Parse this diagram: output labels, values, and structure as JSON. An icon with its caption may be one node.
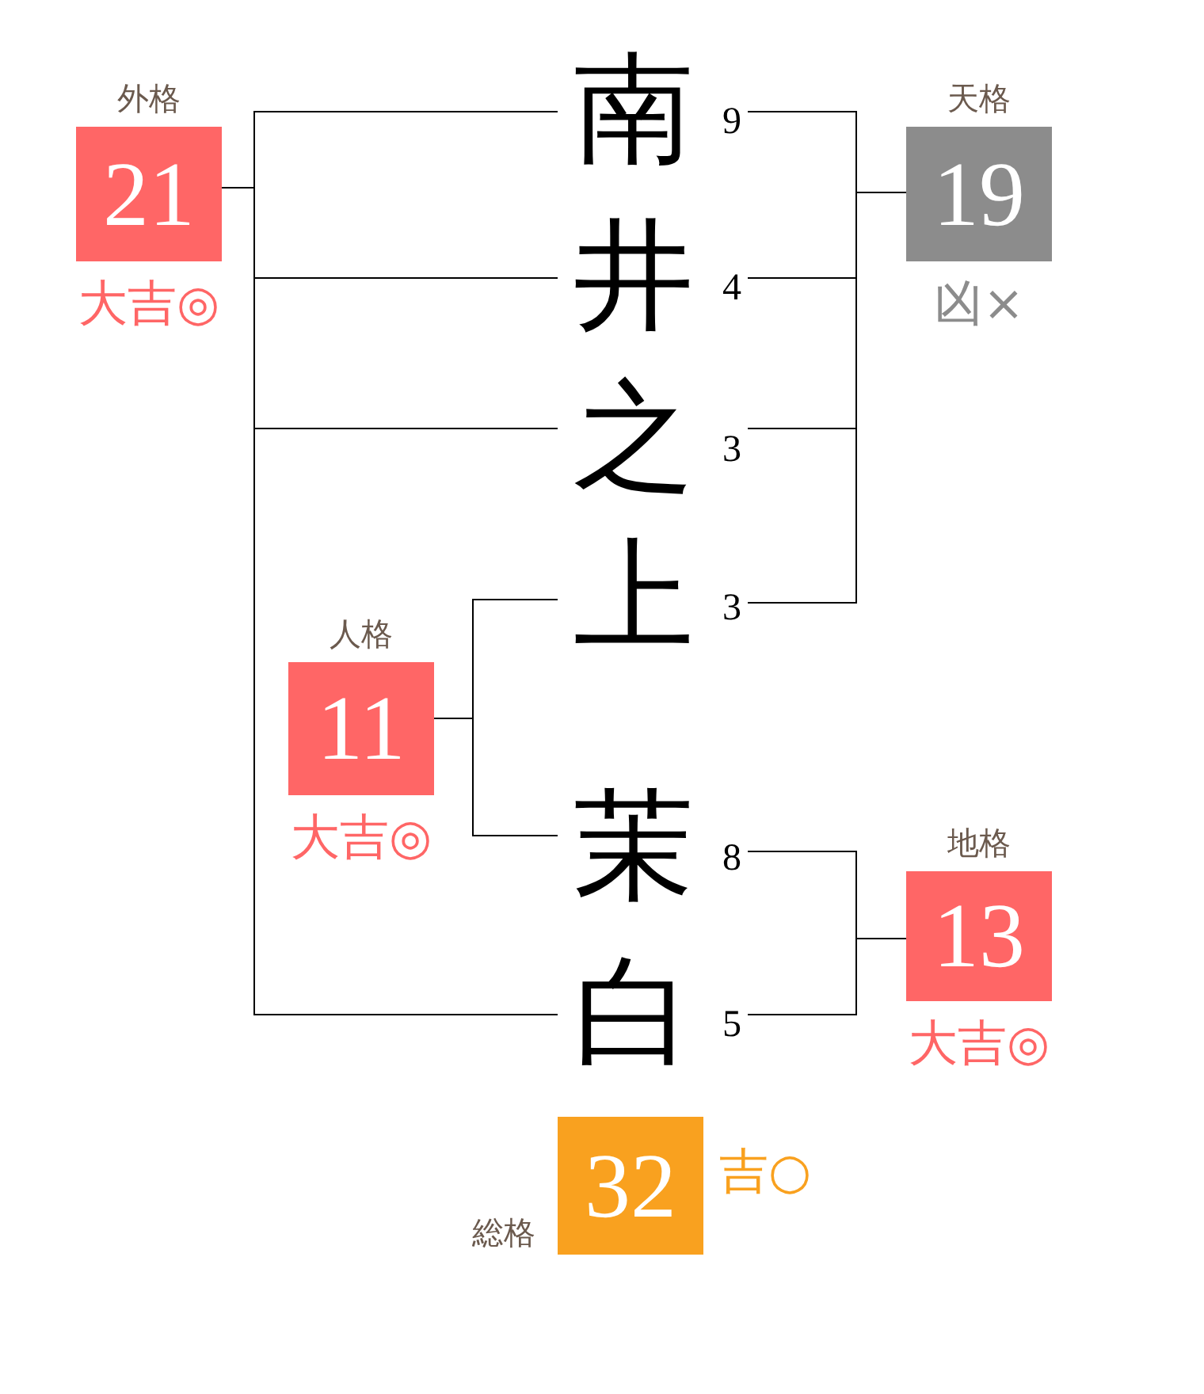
{
  "diagram": {
    "nodes": [
      {
        "text": [
          "外格",
          "21"
        ],
        "beside": [
          "大吉◎"
        ]
      },
      {
        "text": [
          "南"
        ],
        "beside": [
          "9"
        ]
      },
      {
        "text": [
          "天格",
          "19"
        ],
        "beside": [
          "凶×"
        ]
      },
      {
        "text": [
          "井"
        ],
        "beside": [
          "4"
        ]
      },
      {
        "text": [
          "之"
        ],
        "beside": [
          "3"
        ]
      },
      {
        "text": [
          "上"
        ],
        "beside": [
          "3"
        ]
      },
      {
        "text": [
          "人格",
          "11"
        ],
        "beside": [
          "大吉◎"
        ]
      },
      {
        "text": [
          "茉"
        ],
        "beside": [
          "8"
        ]
      },
      {
        "text": [
          "地格",
          "13"
        ],
        "beside": [
          "大吉◎"
        ]
      },
      {
        "text": [
          "白"
        ],
        "beside": [
          "5"
        ]
      },
      {
        "text": [
          "総格",
          "32"
        ],
        "beside": [
          "吉○"
        ]
      }
    ],
    "edges": [
      {
        "from": 1,
        "to": 0,
        "arrow": "none"
      },
      {
        "from": 3,
        "to": 0,
        "arrow": "none"
      },
      {
        "from": 4,
        "to": 0,
        "arrow": "none"
      },
      {
        "from": 9,
        "to": 0,
        "arrow": "none"
      },
      {
        "from": 1,
        "to": 2,
        "arrow": "none"
      },
      {
        "from": 3,
        "to": 2,
        "arrow": "none"
      },
      {
        "from": 4,
        "to": 2,
        "arrow": "none"
      },
      {
        "from": 5,
        "to": 2,
        "arrow": "none"
      },
      {
        "from": 5,
        "to": 6,
        "arrow": "none"
      },
      {
        "from": 7,
        "to": 6,
        "arrow": "none"
      },
      {
        "from": 7,
        "to": 8,
        "arrow": "none"
      },
      {
        "from": 9,
        "to": 8,
        "arrow": "none"
      }
    ]
  }
}
